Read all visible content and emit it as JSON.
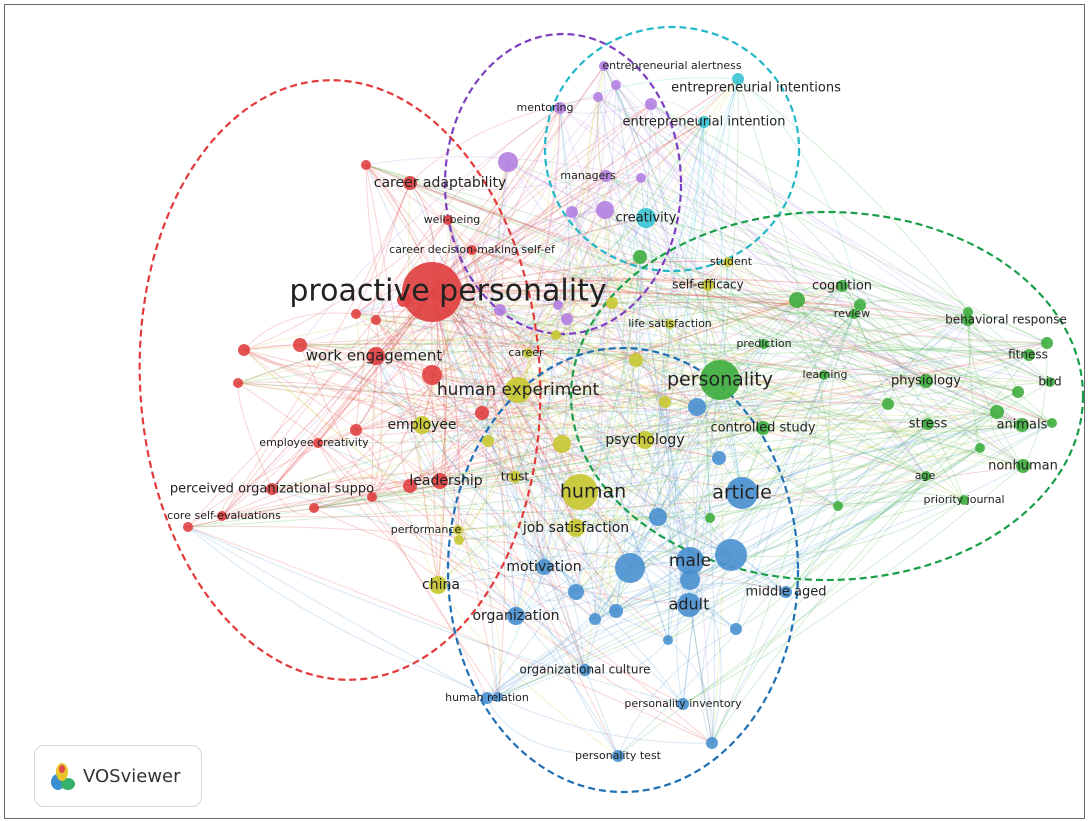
{
  "logo": {
    "text": "VOSviewer"
  },
  "clusters": [
    {
      "name": "cluster-red",
      "color": "#e23a3a"
    },
    {
      "name": "cluster-purple",
      "color": "#7b3fbf"
    },
    {
      "name": "cluster-cyan",
      "color": "#22b8c8"
    },
    {
      "name": "cluster-green",
      "color": "#1a9e4a"
    },
    {
      "name": "cluster-blue",
      "color": "#1f6fb5"
    }
  ],
  "colors": {
    "red": "#e04040",
    "purple": "#b27fe0",
    "cyan": "#3cc4d4",
    "green": "#3fae3f",
    "blue": "#4a90d0",
    "yellow": "#c8c832"
  },
  "nodes": [
    {
      "label": "proactive personality",
      "group": "red"
    },
    {
      "label": "work engagement",
      "group": "red"
    },
    {
      "label": "career adaptability",
      "group": "red"
    },
    {
      "label": "well-being",
      "group": "red"
    },
    {
      "label": "career decision-making self-ef",
      "group": "red"
    },
    {
      "label": "employee creativity",
      "group": "red"
    },
    {
      "label": "leadership",
      "group": "red"
    },
    {
      "label": "perceived organizational suppo",
      "group": "red"
    },
    {
      "label": "core self-evaluations",
      "group": "red"
    },
    {
      "label": "performance",
      "group": "yellow"
    },
    {
      "label": "entrepreneurial alertness",
      "group": "purple"
    },
    {
      "label": "mentoring",
      "group": "purple"
    },
    {
      "label": "managers",
      "group": "purple"
    },
    {
      "label": "entrepreneurial intentions",
      "group": "cyan"
    },
    {
      "label": "entrepreneurial intention",
      "group": "cyan"
    },
    {
      "label": "creativity",
      "group": "cyan"
    },
    {
      "label": "student",
      "group": "yellow"
    },
    {
      "label": "self-efficacy",
      "group": "yellow"
    },
    {
      "label": "life satisfaction",
      "group": "yellow"
    },
    {
      "label": "career",
      "group": "yellow"
    },
    {
      "label": "human experiment",
      "group": "yellow"
    },
    {
      "label": "employee",
      "group": "yellow"
    },
    {
      "label": "trust",
      "group": "yellow"
    },
    {
      "label": "human",
      "group": "yellow"
    },
    {
      "label": "psychology",
      "group": "yellow"
    },
    {
      "label": "job satisfaction",
      "group": "yellow"
    },
    {
      "label": "china",
      "group": "yellow"
    },
    {
      "label": "cognition",
      "group": "green"
    },
    {
      "label": "review",
      "group": "green"
    },
    {
      "label": "behavioral response",
      "group": "green"
    },
    {
      "label": "prediction",
      "group": "green"
    },
    {
      "label": "personality",
      "group": "green"
    },
    {
      "label": "learning",
      "group": "green"
    },
    {
      "label": "physiology",
      "group": "green"
    },
    {
      "label": "fitness",
      "group": "green"
    },
    {
      "label": "bird",
      "group": "green"
    },
    {
      "label": "stress",
      "group": "green"
    },
    {
      "label": "animals",
      "group": "green"
    },
    {
      "label": "controlled study",
      "group": "green"
    },
    {
      "label": "age",
      "group": "green"
    },
    {
      "label": "nonhuman",
      "group": "green"
    },
    {
      "label": "priority journal",
      "group": "green"
    },
    {
      "label": "article",
      "group": "blue"
    },
    {
      "label": "male",
      "group": "blue"
    },
    {
      "label": "motivation",
      "group": "blue"
    },
    {
      "label": "adult",
      "group": "blue"
    },
    {
      "label": "middle aged",
      "group": "blue"
    },
    {
      "label": "organization",
      "group": "blue"
    },
    {
      "label": "organizational culture",
      "group": "blue"
    },
    {
      "label": "human relation",
      "group": "blue"
    },
    {
      "label": "personality inventory",
      "group": "blue"
    },
    {
      "label": "personality test",
      "group": "blue"
    }
  ]
}
